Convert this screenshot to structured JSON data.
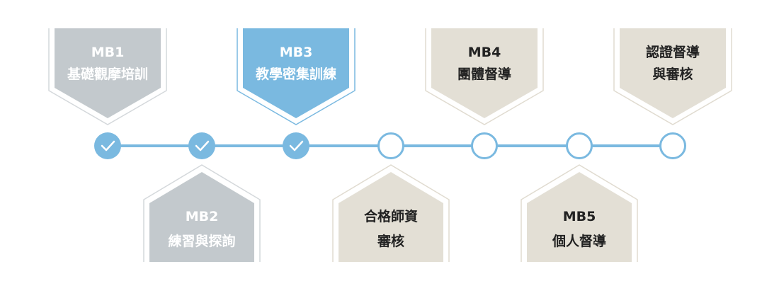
{
  "colors": {
    "done_fill": "#c3c9cd",
    "done_outline": "#d4d8db",
    "current_fill": "#7ab9e0",
    "pending_fill": "#e3dfd5",
    "pending_outline": "#e0dbd0",
    "line": "#7ab9e0"
  },
  "steps": [
    {
      "line1": "MB1",
      "line2": "基礎觀摩培訓",
      "status": "done",
      "position": "top"
    },
    {
      "line1": "MB2",
      "line2": "練習與探詢",
      "status": "done",
      "position": "bottom"
    },
    {
      "line1": "MB3",
      "line2": "教學密集訓練",
      "status": "current",
      "position": "top"
    },
    {
      "line1": "合格師資",
      "line2": "審核",
      "status": "pending",
      "position": "bottom"
    },
    {
      "line1": "MB4",
      "line2": "團體督導",
      "status": "pending",
      "position": "top"
    },
    {
      "line1": "MB5",
      "line2": "個人督導",
      "status": "pending",
      "position": "bottom"
    },
    {
      "line1": "認證督導",
      "line2": "與審核",
      "status": "pending",
      "position": "top"
    }
  ],
  "nodes": [
    {
      "icon": "check-icon",
      "completed": true
    },
    {
      "icon": "check-icon",
      "completed": true
    },
    {
      "icon": "check-icon",
      "completed": true
    },
    {
      "icon": "empty-circle",
      "completed": false
    },
    {
      "icon": "empty-circle",
      "completed": false
    },
    {
      "icon": "empty-circle",
      "completed": false
    },
    {
      "icon": "empty-circle",
      "completed": false
    }
  ]
}
